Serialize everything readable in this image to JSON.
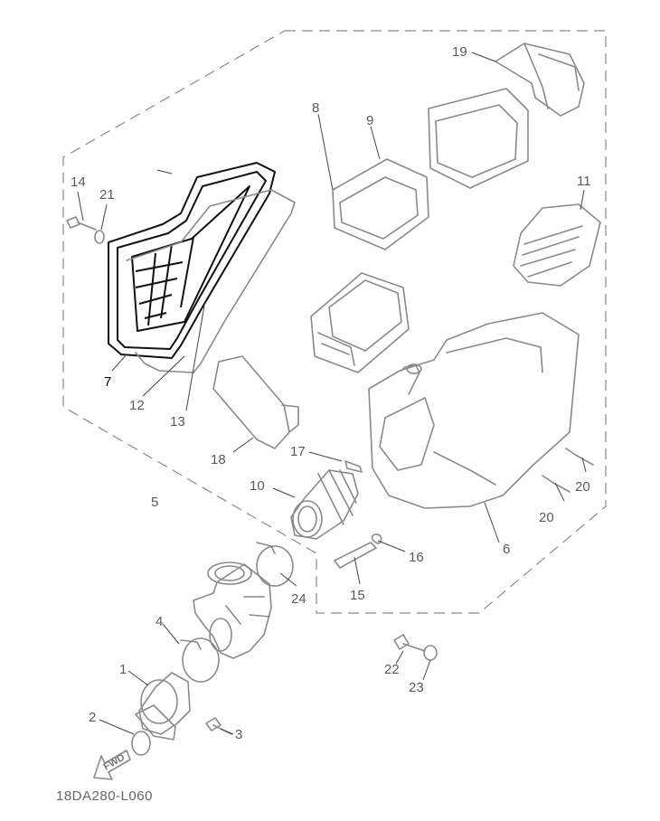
{
  "callouts": {
    "c1": "1",
    "c2": "2",
    "c3": "3",
    "c4": "4",
    "c5": "5",
    "c6": "6",
    "c7": "7",
    "c8": "8",
    "c9": "9",
    "c10": "10",
    "c11": "11",
    "c12": "12",
    "c13": "13",
    "c14": "14",
    "c15": "15",
    "c16": "16",
    "c17": "17",
    "c18": "18",
    "c19": "19",
    "c20a": "20",
    "c20b": "20",
    "c21": "21",
    "c22": "22",
    "c23": "23",
    "c24": "24"
  },
  "fwd_label": "FWD",
  "drawing_code": "18DA280-L060",
  "colors": {
    "part_stroke": "#8a8a8a",
    "highlight": "#000000",
    "label": "#5a5a5a"
  }
}
